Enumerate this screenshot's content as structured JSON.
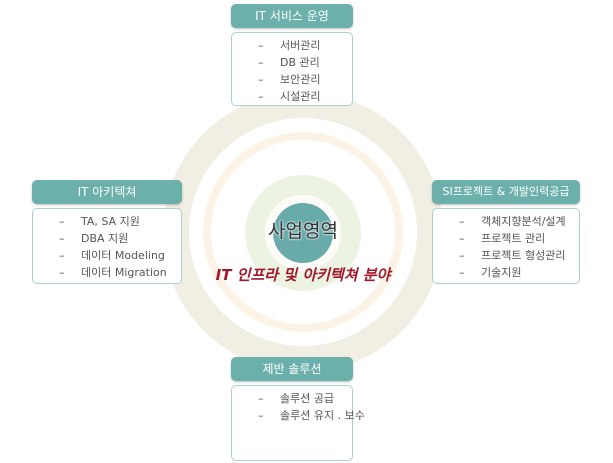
{
  "center": {
    "title": "사업영역",
    "subtitle": "IT 인프라 및 아키텍쳐 분야"
  },
  "top": {
    "title": "IT 서비스 운영",
    "items": [
      "서버관리",
      "DB 관리",
      "보안관리",
      "시설관리"
    ]
  },
  "left": {
    "title": "IT 아키텍쳐",
    "items": [
      "TA, SA 지원",
      "DBA 지원",
      "데이터 Modeling",
      "데이터 Migration"
    ]
  },
  "right": {
    "title": "SI프로젝트 & 개발인력공급",
    "items": [
      "객체지향분석/설계",
      "프로젝트 관리",
      "프로젝트 형성관리",
      "기술지원"
    ]
  },
  "bottom": {
    "title": "제반 솔루션",
    "items": [
      "솔루션 공급",
      "솔루션 유지 . 보수"
    ]
  },
  "colors": {
    "teal": "#6cb0ab",
    "accent": "#a0182a"
  }
}
